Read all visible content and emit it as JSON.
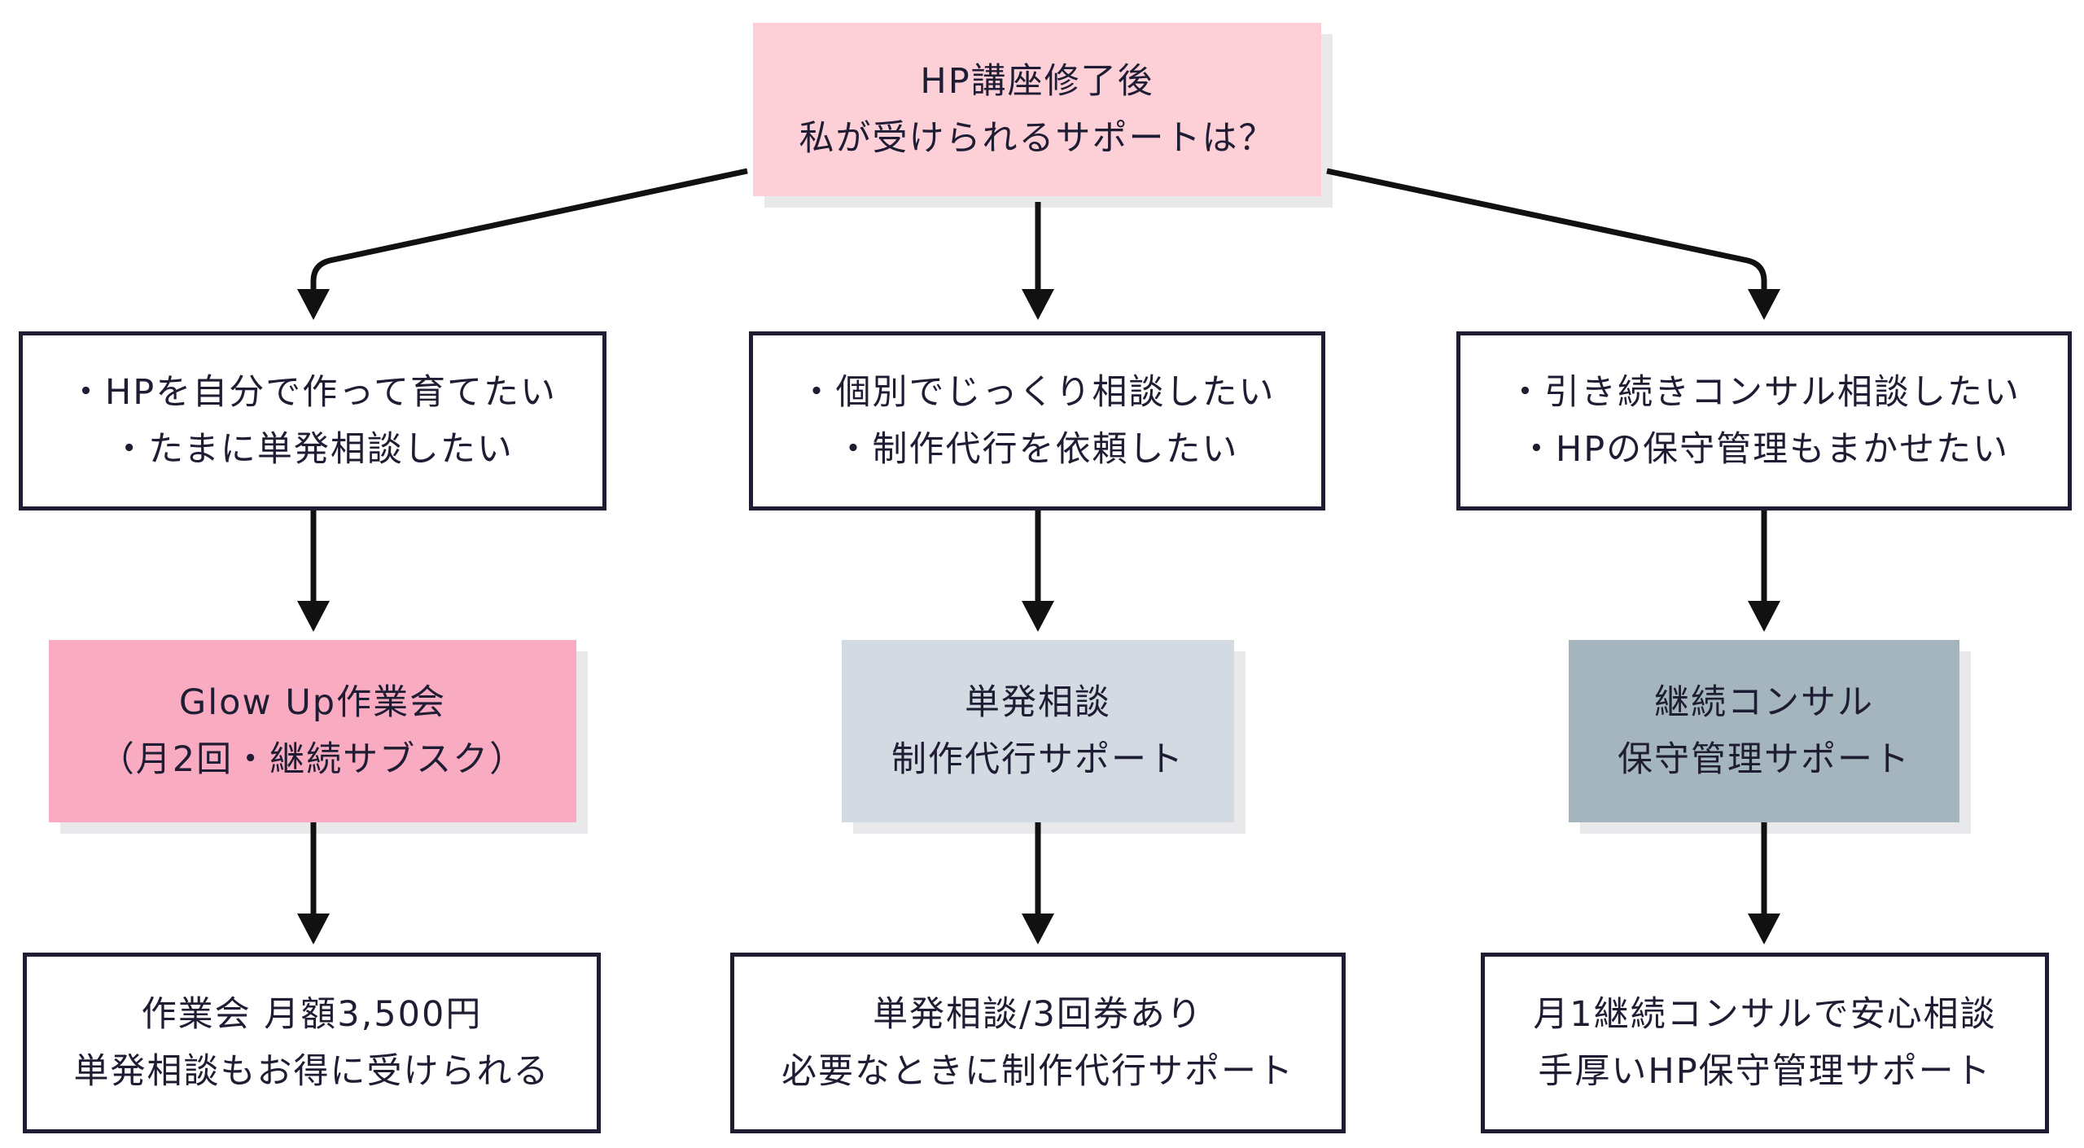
{
  "colors": {
    "top": "#fdd0d8",
    "option_left": "#f8abc1",
    "option_middle": "#d3dae1",
    "option_right": "#a4b5be",
    "outline": "#1f1d33",
    "text": "#1f1d33"
  },
  "root": {
    "line1": "HP講座修了後",
    "line2": "私が受けられるサポートは？"
  },
  "columns": [
    {
      "need": {
        "line1": "・HPを自分で作って育てたい",
        "line2": "・たまに単発相談したい"
      },
      "option": {
        "line1": "Glow Up作業会",
        "line2": "（月2回・継続サブスク）"
      },
      "detail": {
        "line1": "作業会 月額3,500円",
        "line2": "単発相談もお得に受けられる"
      }
    },
    {
      "need": {
        "line1": "・個別でじっくり相談したい",
        "line2": "・制作代行を依頼したい"
      },
      "option": {
        "line1": "単発相談",
        "line2": "制作代行サポート"
      },
      "detail": {
        "line1": "単発相談/3回券あり",
        "line2": "必要なときに制作代行サポート"
      }
    },
    {
      "need": {
        "line1": "・引き続きコンサル相談したい",
        "line2": "・HPの保守管理もまかせたい"
      },
      "option": {
        "line1": "継続コンサル",
        "line2": "保守管理サポート"
      },
      "detail": {
        "line1": "月1継続コンサルで安心相談",
        "line2": "手厚いHP保守管理サポート"
      }
    }
  ]
}
